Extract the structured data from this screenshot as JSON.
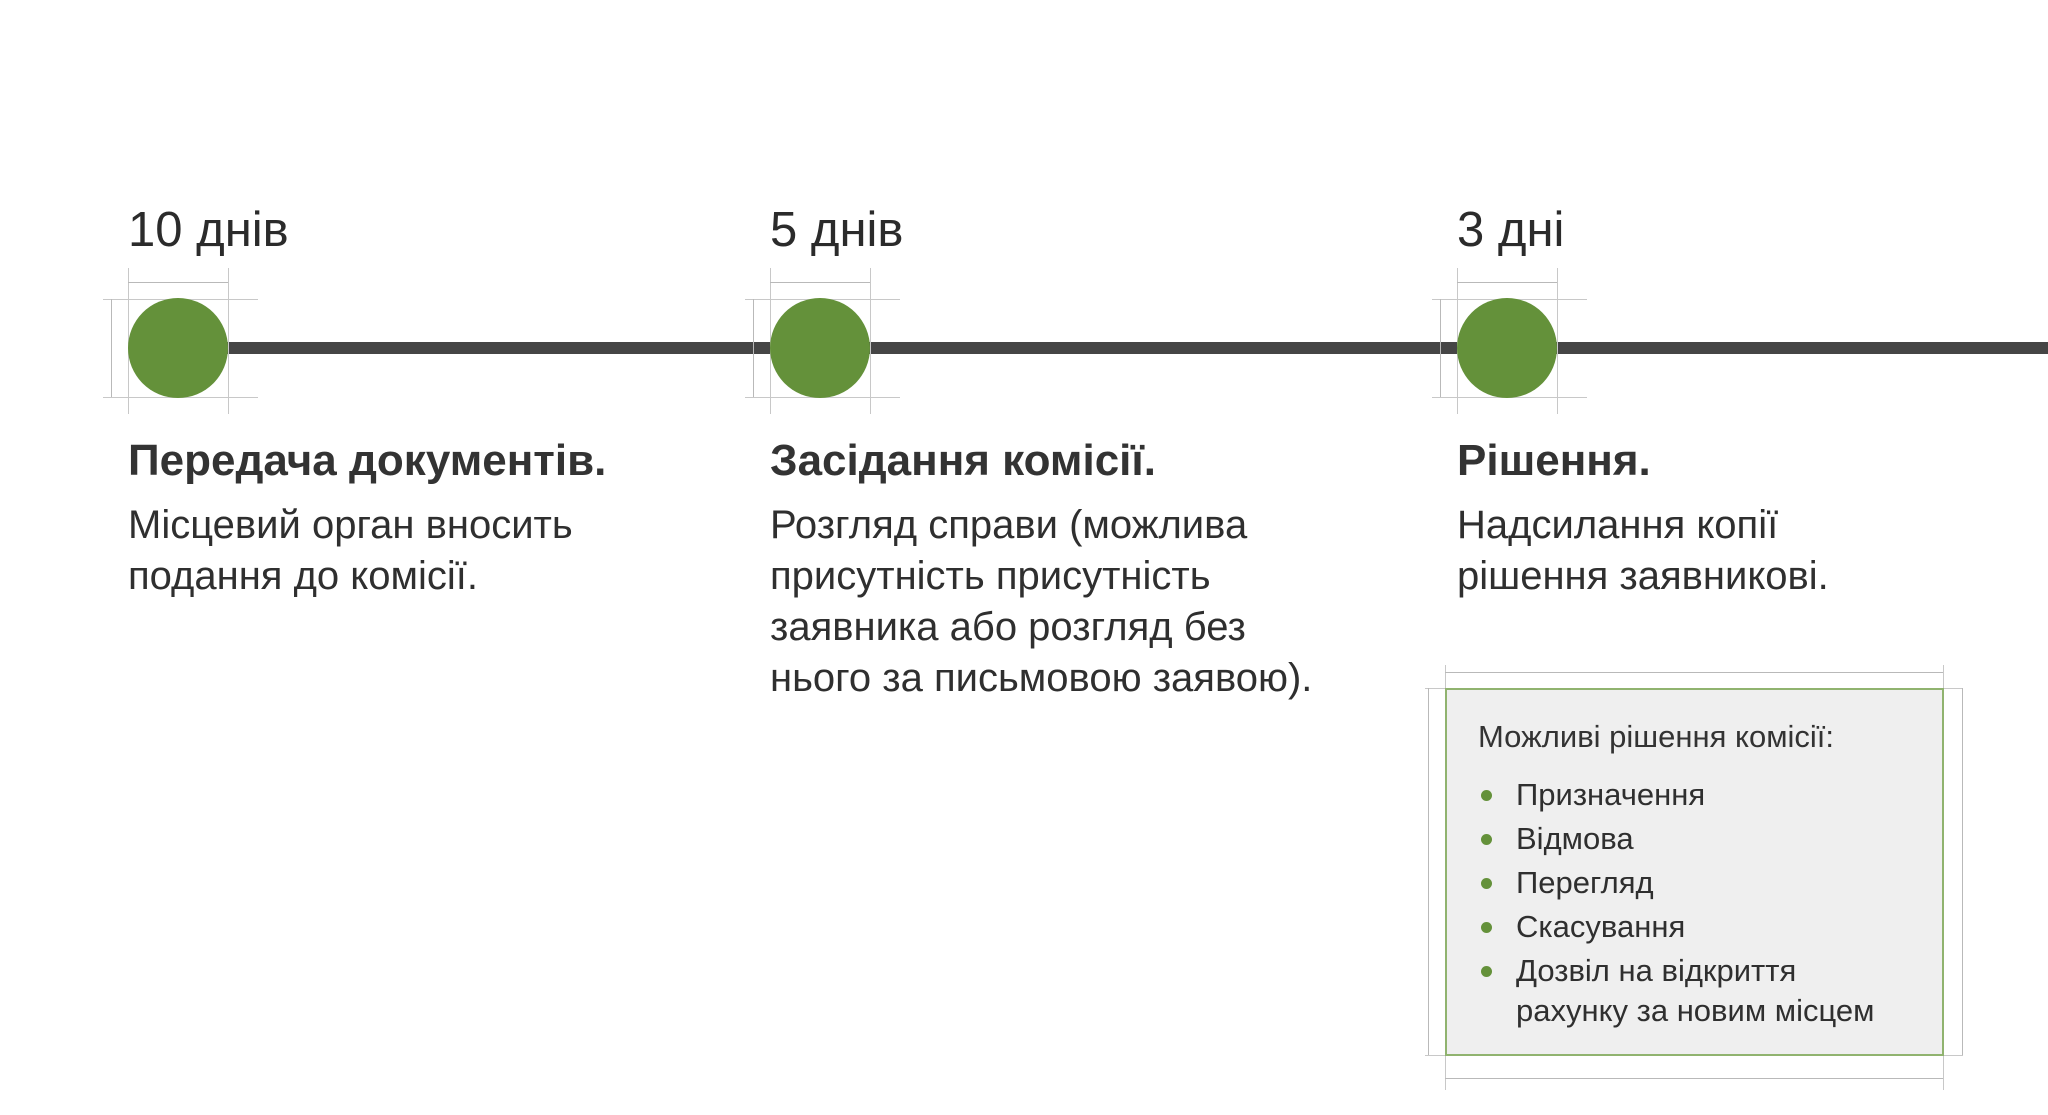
{
  "steps": [
    {
      "duration": "10 днів",
      "title": "Передача документів.",
      "description": "Місцевий орган вносить подання до комісії."
    },
    {
      "duration": "5 днів",
      "title": "Засідання комісії.",
      "description": "Розгляд справи (можлива присутність присутність заявника або розгляд без нього за письмовою заявою)."
    },
    {
      "duration": "3 дні",
      "title": "Рішення.",
      "description": "Надсилання копії рішення заявникові."
    }
  ],
  "decisions": {
    "title": "Можливі рішення комісії:",
    "items": [
      "Призначення",
      "Відмова",
      "Перегляд",
      "Скасування",
      "Дозвіл на відкриття рахунку за новим місцем"
    ]
  },
  "colors": {
    "accent": "#64913a",
    "line": "#454545",
    "box_background": "#efefef",
    "box_border": "#90b36f"
  }
}
